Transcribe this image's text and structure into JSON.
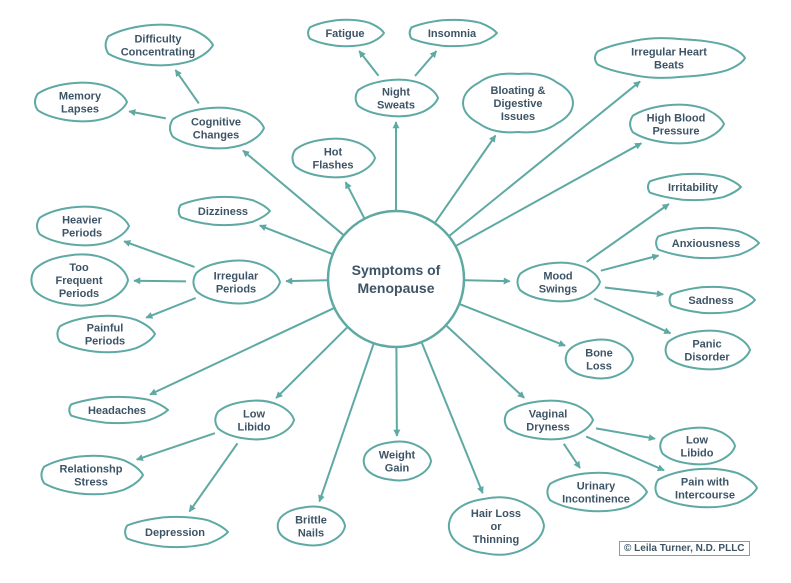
{
  "center": {
    "label": [
      "Symptoms of",
      "Menopause"
    ]
  },
  "nodes": {
    "cognitive_changes": {
      "label": [
        "Cognitive",
        "Changes"
      ]
    },
    "difficulty_concentrating": {
      "label": [
        "Difficulty",
        "Concentrating"
      ]
    },
    "memory_lapses": {
      "label": [
        "Memory",
        "Lapses"
      ]
    },
    "night_sweats": {
      "label": [
        "Night",
        "Sweats"
      ]
    },
    "fatigue": {
      "label": [
        "Fatigue"
      ]
    },
    "insomnia": {
      "label": [
        "Insomnia"
      ]
    },
    "hot_flashes": {
      "label": [
        "Hot",
        "Flashes"
      ]
    },
    "bloating": {
      "label": [
        "Bloating &",
        "Digestive",
        "Issues"
      ]
    },
    "irregular_heart_beats": {
      "label": [
        "Irregular Heart",
        "Beats"
      ]
    },
    "high_blood_pressure": {
      "label": [
        "High Blood",
        "Pressure"
      ]
    },
    "dizziness": {
      "label": [
        "Dizziness"
      ]
    },
    "irregular_periods": {
      "label": [
        "Irregular",
        "Periods"
      ]
    },
    "heavier_periods": {
      "label": [
        "Heavier",
        "Periods"
      ]
    },
    "too_frequent_periods": {
      "label": [
        "Too",
        "Frequent",
        "Periods"
      ]
    },
    "painful_periods": {
      "label": [
        "Painful",
        "Periods"
      ]
    },
    "mood_swings": {
      "label": [
        "Mood",
        "Swings"
      ]
    },
    "irritability": {
      "label": [
        "Irritability"
      ]
    },
    "anxiousness": {
      "label": [
        "Anxiousness"
      ]
    },
    "sadness": {
      "label": [
        "Sadness"
      ]
    },
    "panic_disorder": {
      "label": [
        "Panic",
        "Disorder"
      ]
    },
    "bone_loss": {
      "label": [
        "Bone",
        "Loss"
      ]
    },
    "headaches": {
      "label": [
        "Headaches"
      ]
    },
    "low_libido_left": {
      "label": [
        "Low",
        "Libido"
      ]
    },
    "relationship_stress": {
      "label": [
        "Relationshp",
        "Stress"
      ]
    },
    "depression": {
      "label": [
        "Depression"
      ]
    },
    "brittle_nails": {
      "label": [
        "Brittle",
        "Nails"
      ]
    },
    "weight_gain": {
      "label": [
        "Weight",
        "Gain"
      ]
    },
    "hair_loss": {
      "label": [
        "Hair Loss",
        "or",
        "Thinning"
      ]
    },
    "vaginal_dryness": {
      "label": [
        "Vaginal",
        "Dryness"
      ]
    },
    "low_libido_right": {
      "label": [
        "Low",
        "Libido"
      ]
    },
    "urinary_incontinence": {
      "label": [
        "Urinary",
        "Incontinence"
      ]
    },
    "pain_with_intercourse": {
      "label": [
        "Pain with",
        "Intercourse"
      ]
    }
  },
  "edges": [
    [
      "center",
      "cognitive_changes"
    ],
    [
      "cognitive_changes",
      "difficulty_concentrating"
    ],
    [
      "cognitive_changes",
      "memory_lapses"
    ],
    [
      "center",
      "night_sweats"
    ],
    [
      "night_sweats",
      "fatigue"
    ],
    [
      "night_sweats",
      "insomnia"
    ],
    [
      "center",
      "hot_flashes"
    ],
    [
      "center",
      "bloating"
    ],
    [
      "center",
      "irregular_heart_beats"
    ],
    [
      "center",
      "high_blood_pressure"
    ],
    [
      "center",
      "dizziness"
    ],
    [
      "center",
      "irregular_periods"
    ],
    [
      "irregular_periods",
      "heavier_periods"
    ],
    [
      "irregular_periods",
      "too_frequent_periods"
    ],
    [
      "irregular_periods",
      "painful_periods"
    ],
    [
      "center",
      "mood_swings"
    ],
    [
      "mood_swings",
      "irritability"
    ],
    [
      "mood_swings",
      "anxiousness"
    ],
    [
      "mood_swings",
      "sadness"
    ],
    [
      "mood_swings",
      "panic_disorder"
    ],
    [
      "center",
      "bone_loss"
    ],
    [
      "center",
      "headaches"
    ],
    [
      "center",
      "low_libido_left"
    ],
    [
      "low_libido_left",
      "relationship_stress"
    ],
    [
      "low_libido_left",
      "depression"
    ],
    [
      "center",
      "brittle_nails"
    ],
    [
      "center",
      "weight_gain"
    ],
    [
      "center",
      "hair_loss"
    ],
    [
      "center",
      "vaginal_dryness"
    ],
    [
      "vaginal_dryness",
      "low_libido_right"
    ],
    [
      "vaginal_dryness",
      "urinary_incontinence"
    ],
    [
      "vaginal_dryness",
      "pain_with_intercourse"
    ]
  ],
  "copyright": "© Leila Turner, N.D. PLLC",
  "colors": {
    "stroke": "#5ea9a3",
    "text": "#3d5466",
    "fill": "#ffffff"
  }
}
